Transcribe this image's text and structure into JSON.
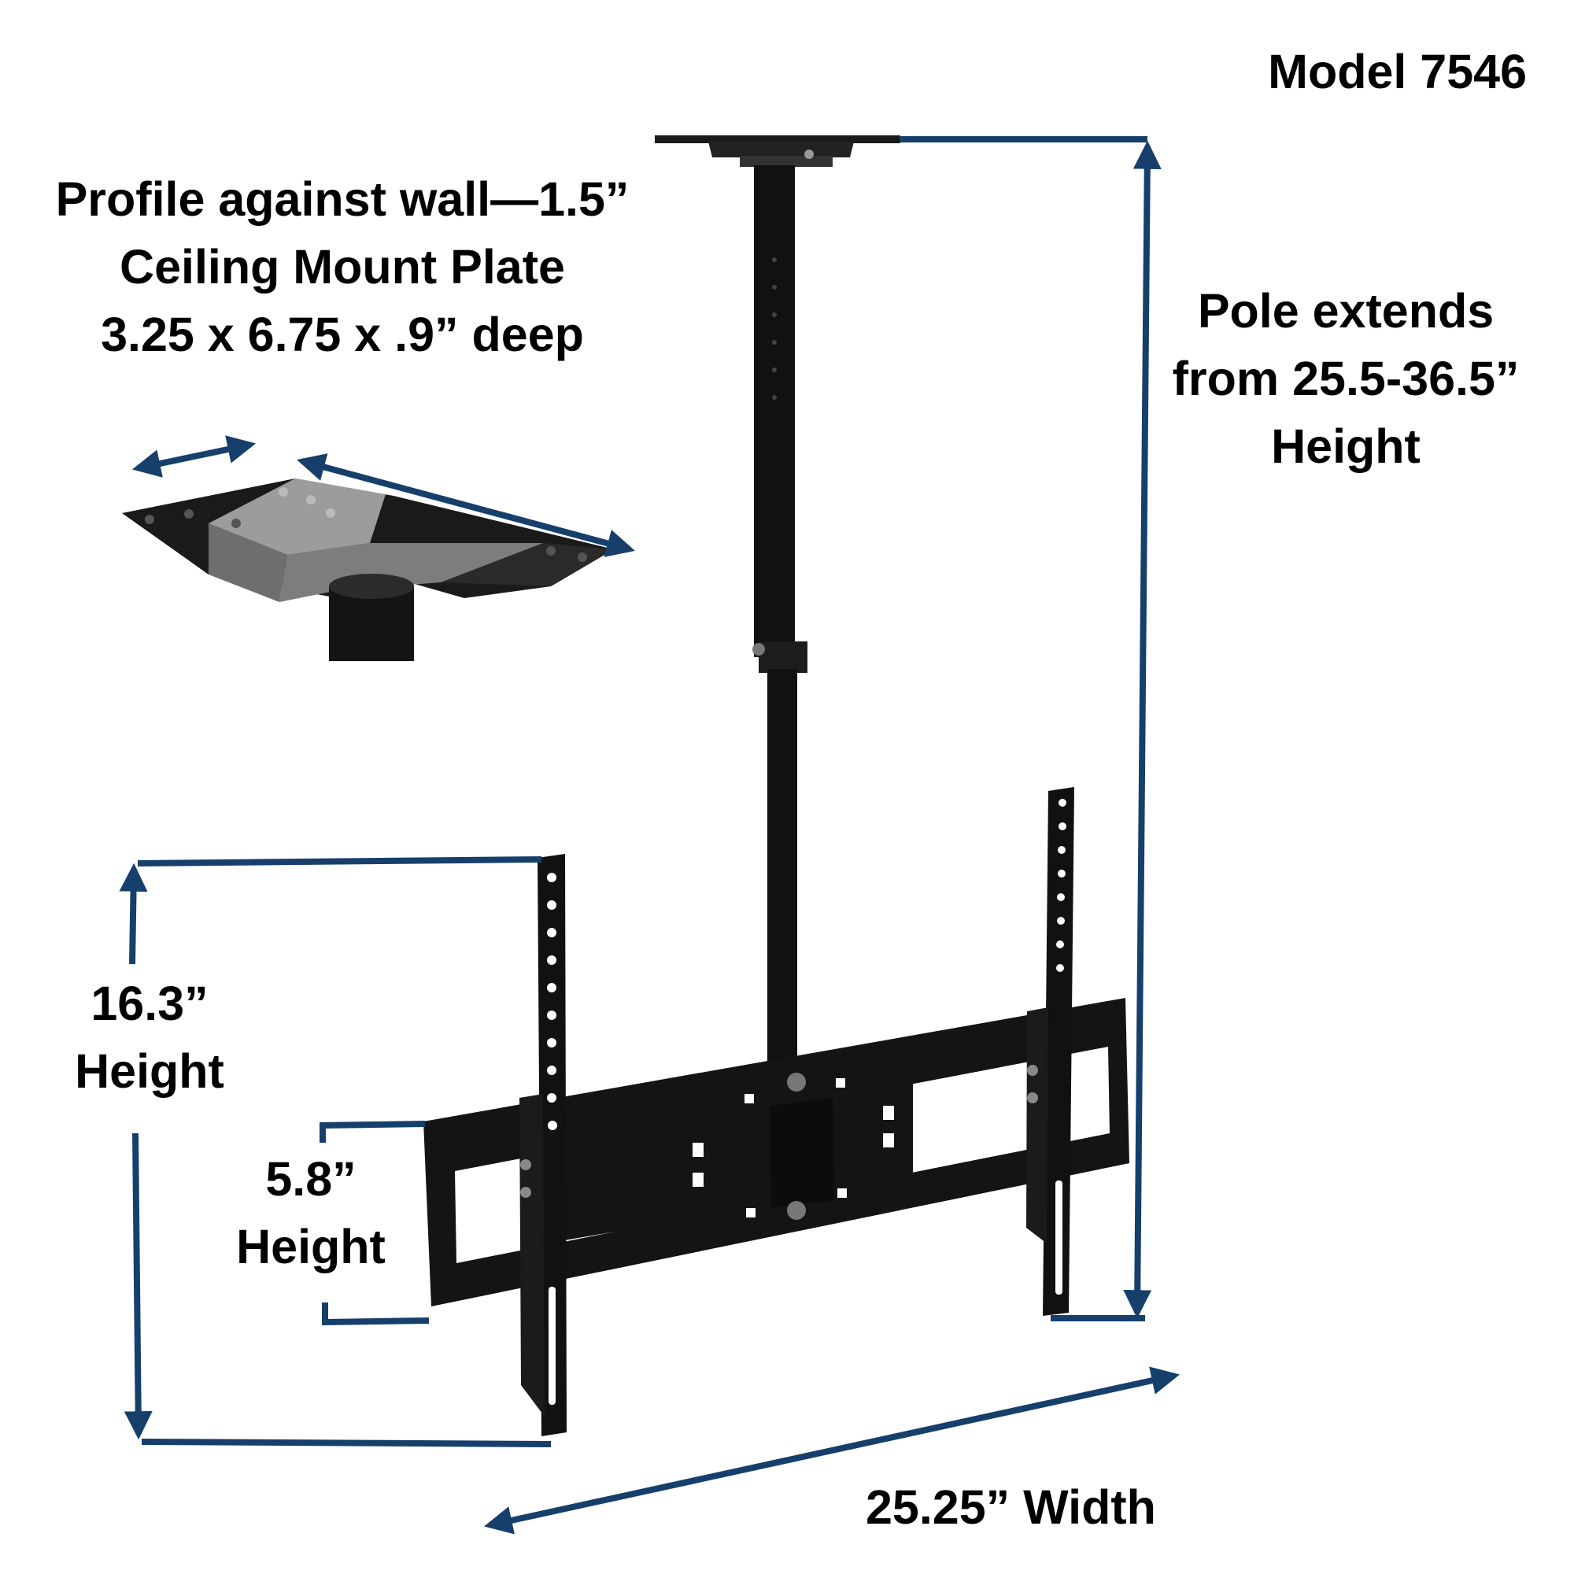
{
  "model": "Model 7546",
  "plate_note": {
    "line1": "Profile against wall—1.5”",
    "line2": "Ceiling Mount Plate",
    "line3": "3.25 x 6.75 x .9” deep"
  },
  "pole_note": {
    "line1": "Pole extends",
    "line2": "from 25.5-36.5”",
    "line3": "Height"
  },
  "bracket_height": {
    "value": "16.3”",
    "unit": "Height"
  },
  "rail_height": {
    "value": "5.8”",
    "unit": "Height"
  },
  "width_note": "25.25” Width",
  "colors": {
    "dimension_line": "#163f6c",
    "hardware": "#111111",
    "plate_gray": "#8a8a8a",
    "text": "#000000",
    "background": "#ffffff"
  }
}
